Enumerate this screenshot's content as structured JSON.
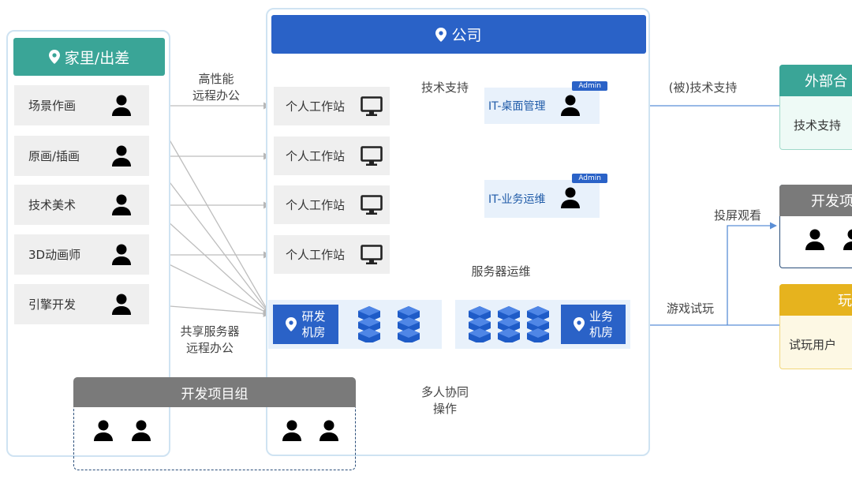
{
  "home": {
    "title": "家里/出差",
    "roles": [
      "场景作画",
      "原画/插画",
      "技术美术",
      "3D动画师",
      "引擎开发"
    ]
  },
  "company": {
    "title": "公司",
    "workstations": [
      "个人工作站",
      "个人工作站",
      "个人工作站",
      "个人工作站"
    ],
    "it_desktop": {
      "label": "IT-桌面管理",
      "badge": "Admin"
    },
    "it_ops": {
      "label": "IT-业务运维",
      "badge": "Admin"
    },
    "rd_room": "研发\n机房",
    "biz_room": "业务\n机房"
  },
  "labels": {
    "high_perf_1": "高性能",
    "high_perf_2": "远程办公",
    "shared_1": "共享服务器",
    "shared_2": "远程办公",
    "tech_support": "技术支持",
    "server_ops": "服务器运维",
    "external_support": "(被)技术支持",
    "multi_1": "多人协同",
    "multi_2": "操作",
    "screen_watch": "投屏观看",
    "game_test": "游戏试玩"
  },
  "dev_group": {
    "title": "开发项目组"
  },
  "right": {
    "external": {
      "title": "外部合",
      "item": "技术支持"
    },
    "dev_team": {
      "title": "开发项"
    },
    "players": {
      "title": "玩",
      "item": "试玩用户"
    }
  },
  "colors": {
    "blue": "#2a62c7",
    "teal": "#3aa597",
    "gold": "#e6b31e",
    "gray": "#7a7a7a",
    "line": "#5b8fd6"
  }
}
